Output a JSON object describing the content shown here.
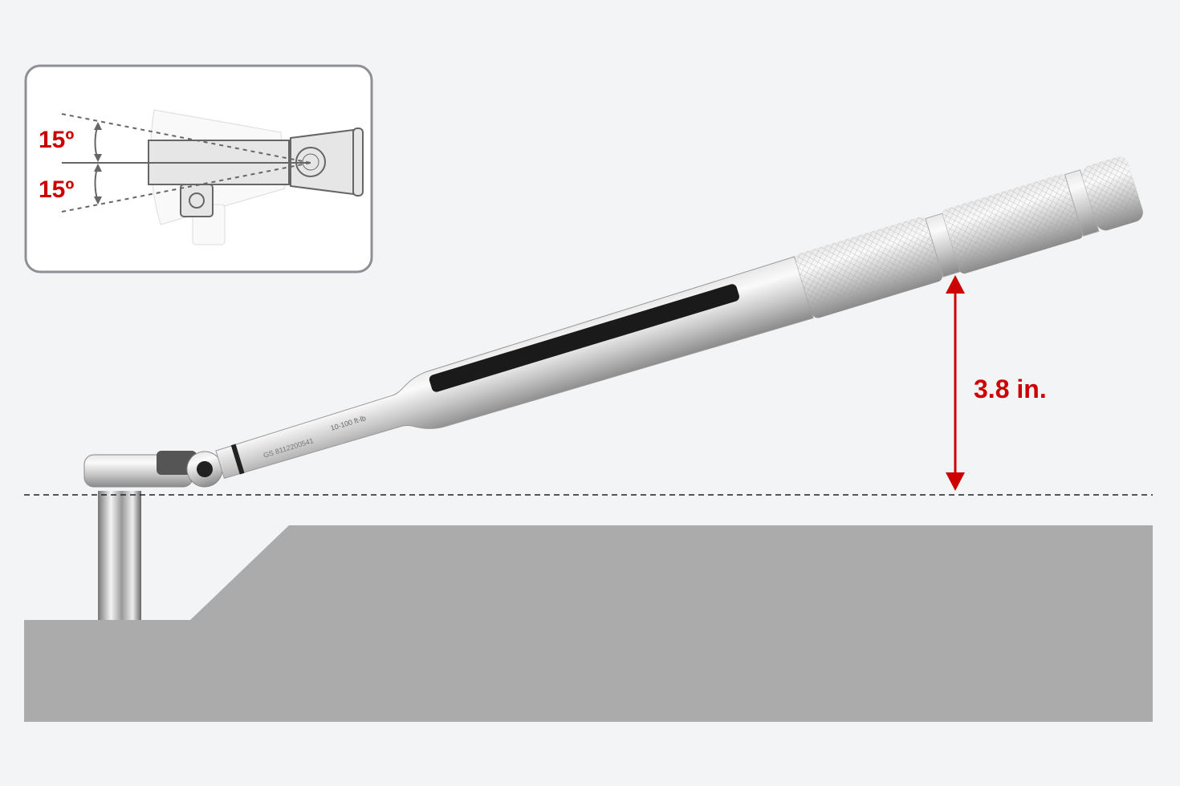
{
  "inset": {
    "angle_up_label": "15º",
    "angle_down_label": "15º"
  },
  "wrench": {
    "serial_text": "GS 8112200541",
    "range_text": "10-100 ft-lb"
  },
  "dimension": {
    "clearance_label": "3.8 in."
  },
  "colors": {
    "accent": "#cc0000",
    "background": "#f3f4f6",
    "surface": "#ababab",
    "inset_border": "#8f9095"
  }
}
